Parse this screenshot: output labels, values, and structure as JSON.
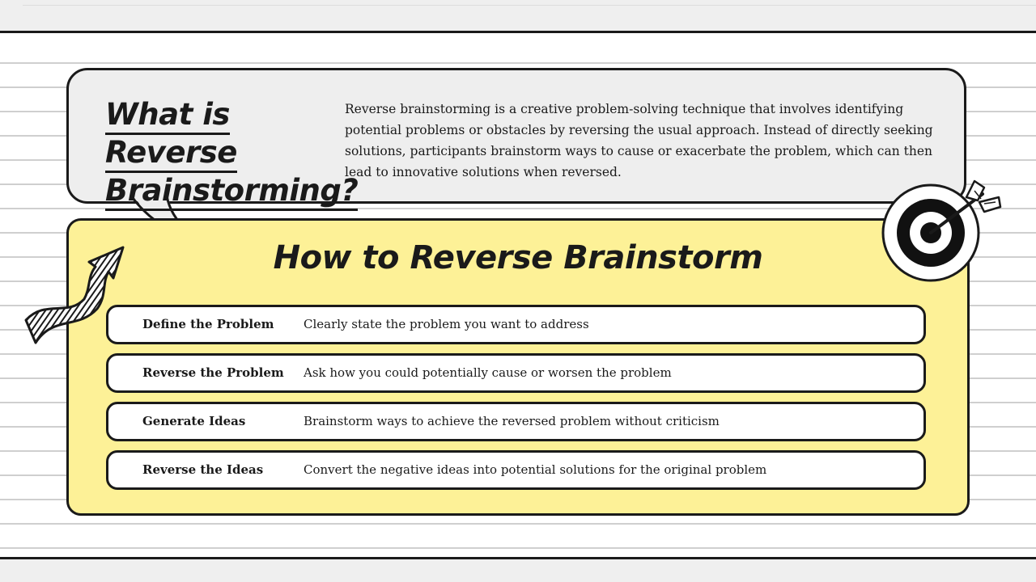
{
  "definition": {
    "title_line1": "What is Reverse",
    "title_line2": "Brainstorming?",
    "body": "Reverse brainstorming is a creative problem-solving technique that involves identifying potential problems or obstacles by reversing the usual approach.  Instead of directly seeking solutions,  participants brainstorm ways to cause or exacerbate the problem,  which can then lead to innovative solutions when reversed."
  },
  "howto": {
    "title": "How to Reverse Brainstorm",
    "steps": [
      {
        "name": "Define the Problem",
        "description": "Clearly state the problem you want to address"
      },
      {
        "name": "Reverse the Problem",
        "description": "Ask how you could potentially cause or worsen the problem"
      },
      {
        "name": "Generate Ideas",
        "description": "Brainstorm ways to achieve the reversed problem without criticism"
      },
      {
        "name": "Reverse the Ideas",
        "description": "Convert the negative ideas into potential solutions for the original problem"
      }
    ]
  },
  "colors": {
    "card_gray": "#eeeeee",
    "card_yellow": "#fdf197",
    "ink": "#1a1a1a"
  },
  "icons": [
    "target-icon",
    "zigzag-arrow-icon"
  ]
}
